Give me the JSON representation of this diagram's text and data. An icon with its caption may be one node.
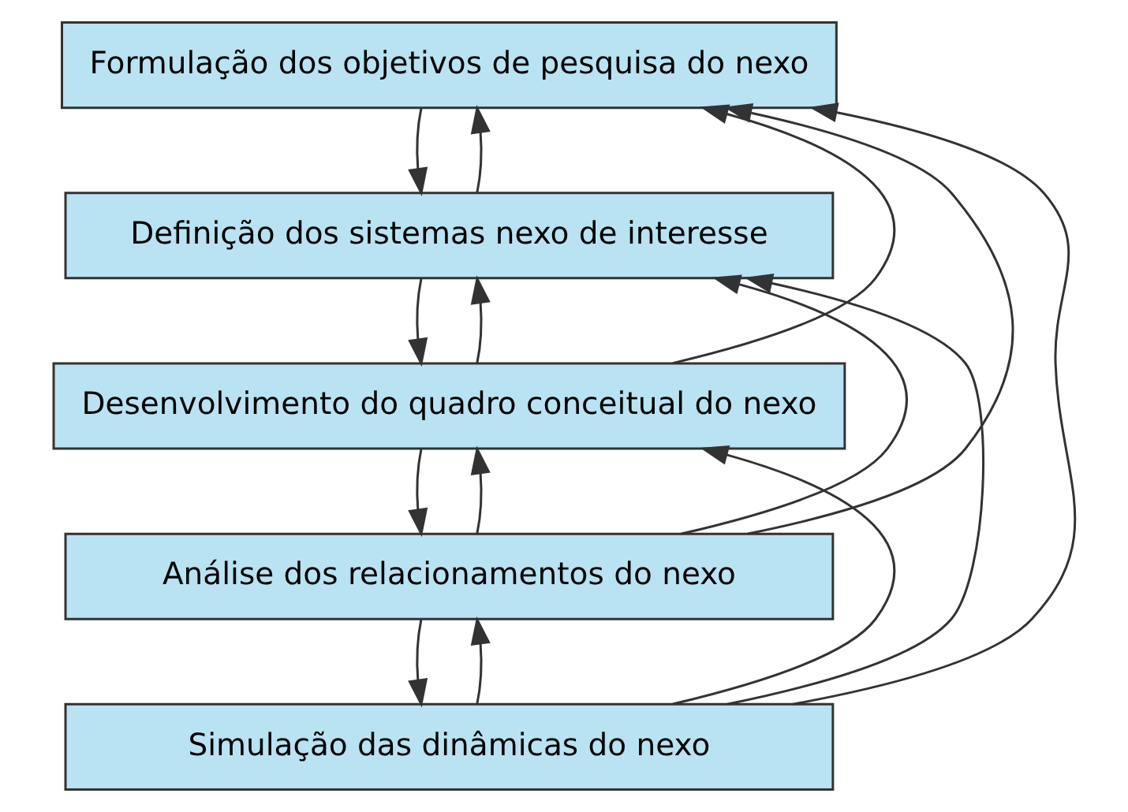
{
  "diagram": {
    "nodes": [
      {
        "text": [
          "Formulação dos objetivos de pesquisa do nexo"
        ]
      },
      {
        "text": [
          "Definição dos sistemas nexo de interesse"
        ]
      },
      {
        "text": [
          "Desenvolvimento do quadro conceitual do nexo"
        ]
      },
      {
        "text": [
          "Análise dos relacionamentos do nexo"
        ]
      },
      {
        "text": [
          "Simulação das dinâmicas do nexo"
        ]
      }
    ],
    "edges": [
      {
        "from": 0,
        "to": 1,
        "arrow": "to"
      },
      {
        "from": 1,
        "to": 2,
        "arrow": "to"
      },
      {
        "from": 2,
        "to": 3,
        "arrow": "to"
      },
      {
        "from": 3,
        "to": 4,
        "arrow": "to"
      },
      {
        "from": 4,
        "to": 0,
        "arrow": "to"
      },
      {
        "from": 4,
        "to": 1,
        "arrow": "to"
      },
      {
        "from": 4,
        "to": 2,
        "arrow": "to"
      },
      {
        "from": 4,
        "to": 3,
        "arrow": "to"
      },
      {
        "from": 1,
        "to": 0,
        "arrow": "to"
      },
      {
        "from": 2,
        "to": 0,
        "arrow": "to"
      },
      {
        "from": 2,
        "to": 1,
        "arrow": "to"
      },
      {
        "from": 3,
        "to": 0,
        "arrow": "to"
      },
      {
        "from": 3,
        "to": 1,
        "arrow": "to"
      },
      {
        "from": 3,
        "to": 2,
        "arrow": "to"
      }
    ]
  }
}
